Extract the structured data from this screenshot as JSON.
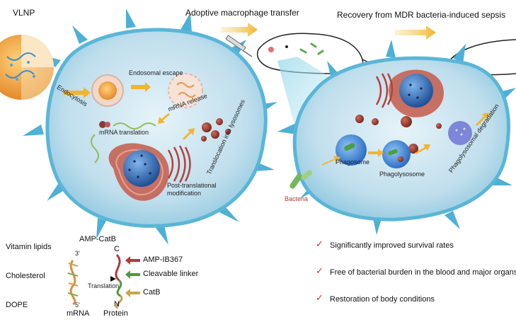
{
  "labels": {
    "vlnp": "VLNP",
    "adoptive": "Adoptive macrophage transfer",
    "recovery": "Recovery from MDR bacteria-induced sepsis",
    "endocytosis": "Endocytosis",
    "endosomal_escape": "Endosomal escape",
    "mrna_release": "mRNA release",
    "mrna_translation": "mRNA translation",
    "translocation": "Translocation into lysosomes",
    "post_translational": "Post-translational modification",
    "phagosome": "Phagosome",
    "phagolysosome": "Phagolysosome",
    "phagolysosomal": "Phagolysosomal degradation",
    "bacteria": "Bacteria"
  },
  "legend": {
    "vitamin_lipids": "Vitamin lipids",
    "cholesterol": "Cholesterol",
    "dope": "DOPE",
    "amp_catb": "AMP-CatB",
    "three_prime": "3'",
    "five_prime": "5'",
    "mrna": "mRNA",
    "translation": "Translation",
    "c_term": "C",
    "n_term": "N",
    "protein": "Protein",
    "amp_ib367": "AMP-IB367",
    "cleavable_linker": "Cleavable linker",
    "catb": "CatB"
  },
  "benefits": [
    "Significantly improved survival rates",
    "Free of bacterial burden in the blood and major organs",
    "Restoration of body conditions"
  ],
  "colors": {
    "cell_membrane": "#5ab6d8",
    "cytoplasm": "#cfe7f2",
    "nucleus": "#2f6fb8",
    "vlnp_shell": "#f0a23a",
    "arrow": "#f2b52e",
    "check": "#d6322a",
    "amp_ib367": "#b23a3a",
    "cleavable_linker": "#4a9b3a",
    "catb": "#c8a64a"
  }
}
